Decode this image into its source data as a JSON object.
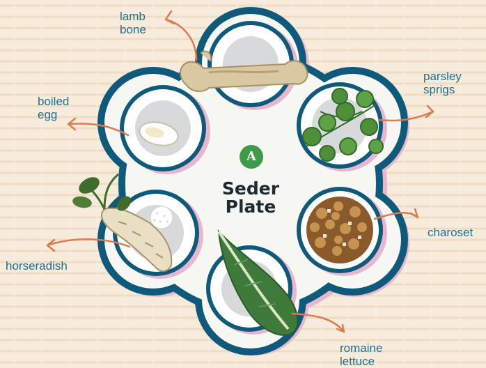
{
  "plate": {
    "title": "Seder\nPlate",
    "badge": "A"
  },
  "items": [
    {
      "id": "lamb-bone",
      "label": "lamb\nbone"
    },
    {
      "id": "parsley-sprigs",
      "label": "parsley\nsprigs"
    },
    {
      "id": "boiled-egg",
      "label": "boiled\negg"
    },
    {
      "id": "charoset",
      "label": "charoset"
    },
    {
      "id": "horseradish",
      "label": "horseradish"
    },
    {
      "id": "romaine-lettuce",
      "label": "romaine\nlettuce"
    }
  ],
  "colors": {
    "background": "#f7ecdc",
    "plate_rim": "#0f5a7a",
    "plate_fill": "#f6f6f2",
    "bowl_inner": "#d7d9db",
    "shadow_pink": "#e7b7cf",
    "arrow": "#de7a4f",
    "label_text": "#1f6f8b",
    "badge": "#3f9a4a"
  }
}
